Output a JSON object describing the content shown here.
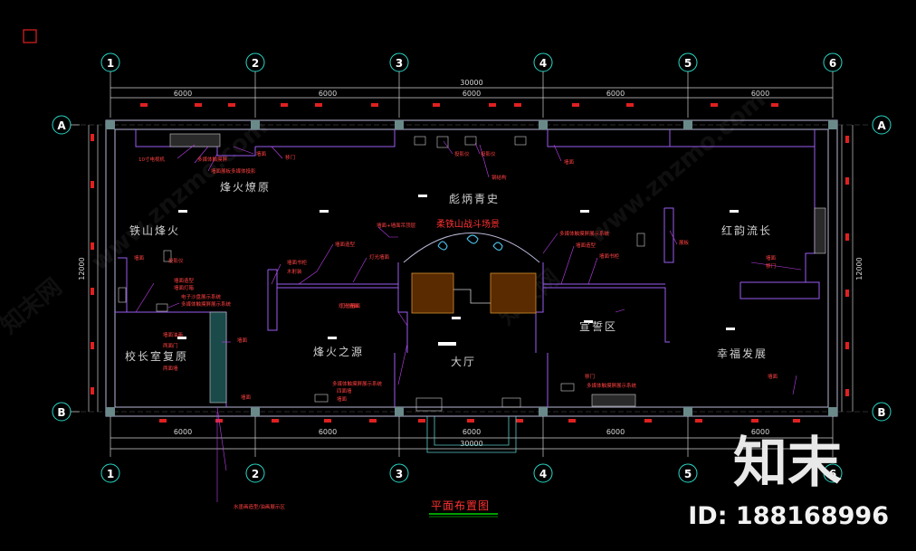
{
  "axes": {
    "columns": [
      "1",
      "2",
      "3",
      "4",
      "5",
      "6"
    ],
    "rows": [
      "A",
      "B"
    ]
  },
  "dimensions": {
    "total_top": "30000",
    "total_bottom": "30000",
    "top_spans": [
      "6000",
      "6000",
      "6000",
      "6000",
      "6000"
    ],
    "bottom_spans": [
      "6000",
      "6000",
      "6000",
      "6000",
      "6000"
    ],
    "left_total": "12000",
    "right_total": "12000"
  },
  "rooms": {
    "fenghuo_liaoyuan": "烽火燎原",
    "biaobing_qingshi": "彪炳青史",
    "tieshan_fenghuo": "铁山烽火",
    "hongyun_liuchang": "红韵流长",
    "xiaozhang_shi": "校长室复原",
    "fenghuo_zhiyuan": "烽火之源",
    "dating": "大厅",
    "xuanjiang_qu": "宣誓区",
    "xingfu_fazhan": "幸福发展"
  },
  "banner": "柔铁山战斗场景",
  "annotations": {
    "a1": "10寸电视机",
    "a2": "多媒体触摸屏",
    "a3": "墙面展板多媒体投影",
    "a4": "投影仪",
    "a5": "墙面+墙面吊顶层",
    "a6": "墙面造型",
    "a7": "墙面书柜",
    "a8": "木射装",
    "a9": "灯光墙面",
    "a10": "墙面书柜",
    "a11": "墙面造型",
    "a12": "多媒体触摸屏展示系统",
    "a13": "投影仪",
    "a14": "墙面造型",
    "a15": "墙面灯箱",
    "a16": "电子沙盘展示系统",
    "a17": "多媒体触摸屏展示系统",
    "a18": "墙面油画",
    "a19": "两面门",
    "a20": "两面墙",
    "a21": "墙面",
    "a22": "灯光墙面",
    "a23": "多媒体触摸屏展示系统",
    "a24": "四面墙",
    "a25": "墙面",
    "a26": "墙面",
    "a27": "多媒体触摸屏展示系统",
    "a28": "墙面",
    "a29": "墙面",
    "a30": "多媒体触摸屏展示系统",
    "a31": "墙面",
    "a32": "墙面",
    "a33": "展板",
    "a34": "投影仪",
    "a35": "投影仪",
    "a36": "移门",
    "a37": "水墨画造型/油画展示区",
    "a38": "灯光墙面",
    "a39": "钢结构",
    "a40": "墙面"
  },
  "drawing_title": "平面布置图",
  "watermark": {
    "text1": "知末网",
    "text2": "www.znzmo.com"
  },
  "branding": {
    "logo_text": "知末",
    "id_text": "ID: 188168996"
  },
  "colors": {
    "background": "#000000",
    "axis_circle": "#28d8c8",
    "wall": "#b8b8d8",
    "partition": "#9a5cf0",
    "annotation": "#ff3838",
    "dimension": "#d8d8d8",
    "title_underline": "#00ff00"
  }
}
